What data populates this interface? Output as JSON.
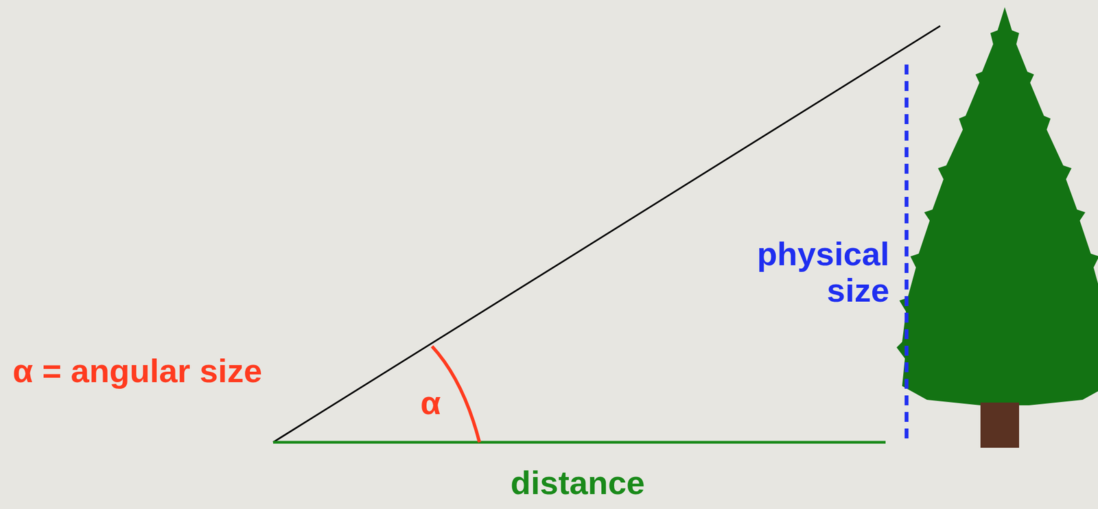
{
  "diagram": {
    "labels": [
      "α = angular size",
      "α",
      "physical size",
      "distance"
    ]
  }
}
